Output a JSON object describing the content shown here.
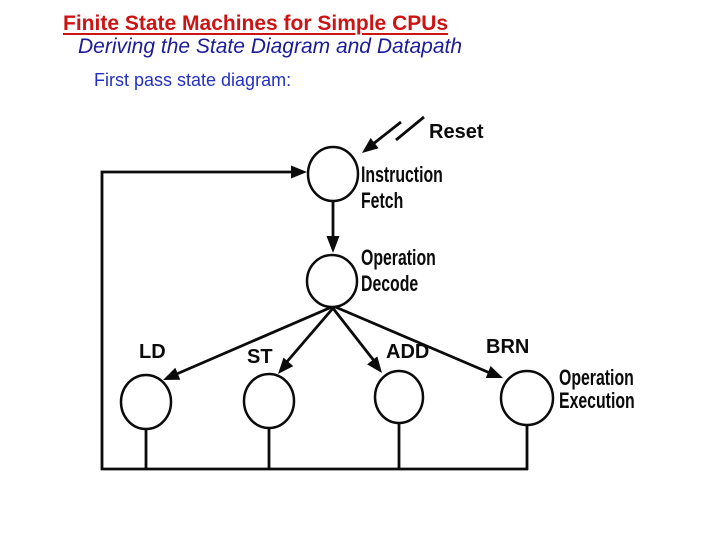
{
  "slide": {
    "title": "Finite State Machines for Simple CPUs",
    "subtitle": "Deriving the State Diagram and Datapath",
    "caption": "First pass state diagram:"
  },
  "diagram": {
    "type": "state-diagram",
    "reset_label": "Reset",
    "states": {
      "instruction_fetch": {
        "line1": "Instruction",
        "line2": "Fetch"
      },
      "operation_decode": {
        "line1": "Operation",
        "line2": "Decode"
      },
      "operation_execution": {
        "line1": "Operation",
        "line2": "Execution"
      }
    },
    "opcodes": {
      "ld": "LD",
      "st": "ST",
      "add": "ADD",
      "brn": "BRN"
    },
    "transitions": [
      "reset -> instruction_fetch",
      "instruction_fetch -> operation_decode",
      "operation_decode -> LD",
      "operation_decode -> ST",
      "operation_decode -> ADD",
      "operation_decode -> BRN",
      "execution states -> instruction_fetch (feedback loop)"
    ]
  },
  "colors": {
    "title": "#cc1414",
    "subtitle": "#1b1b9b",
    "caption": "#2230c4",
    "ink": "#0b0b0b",
    "background": "#ffffff"
  }
}
